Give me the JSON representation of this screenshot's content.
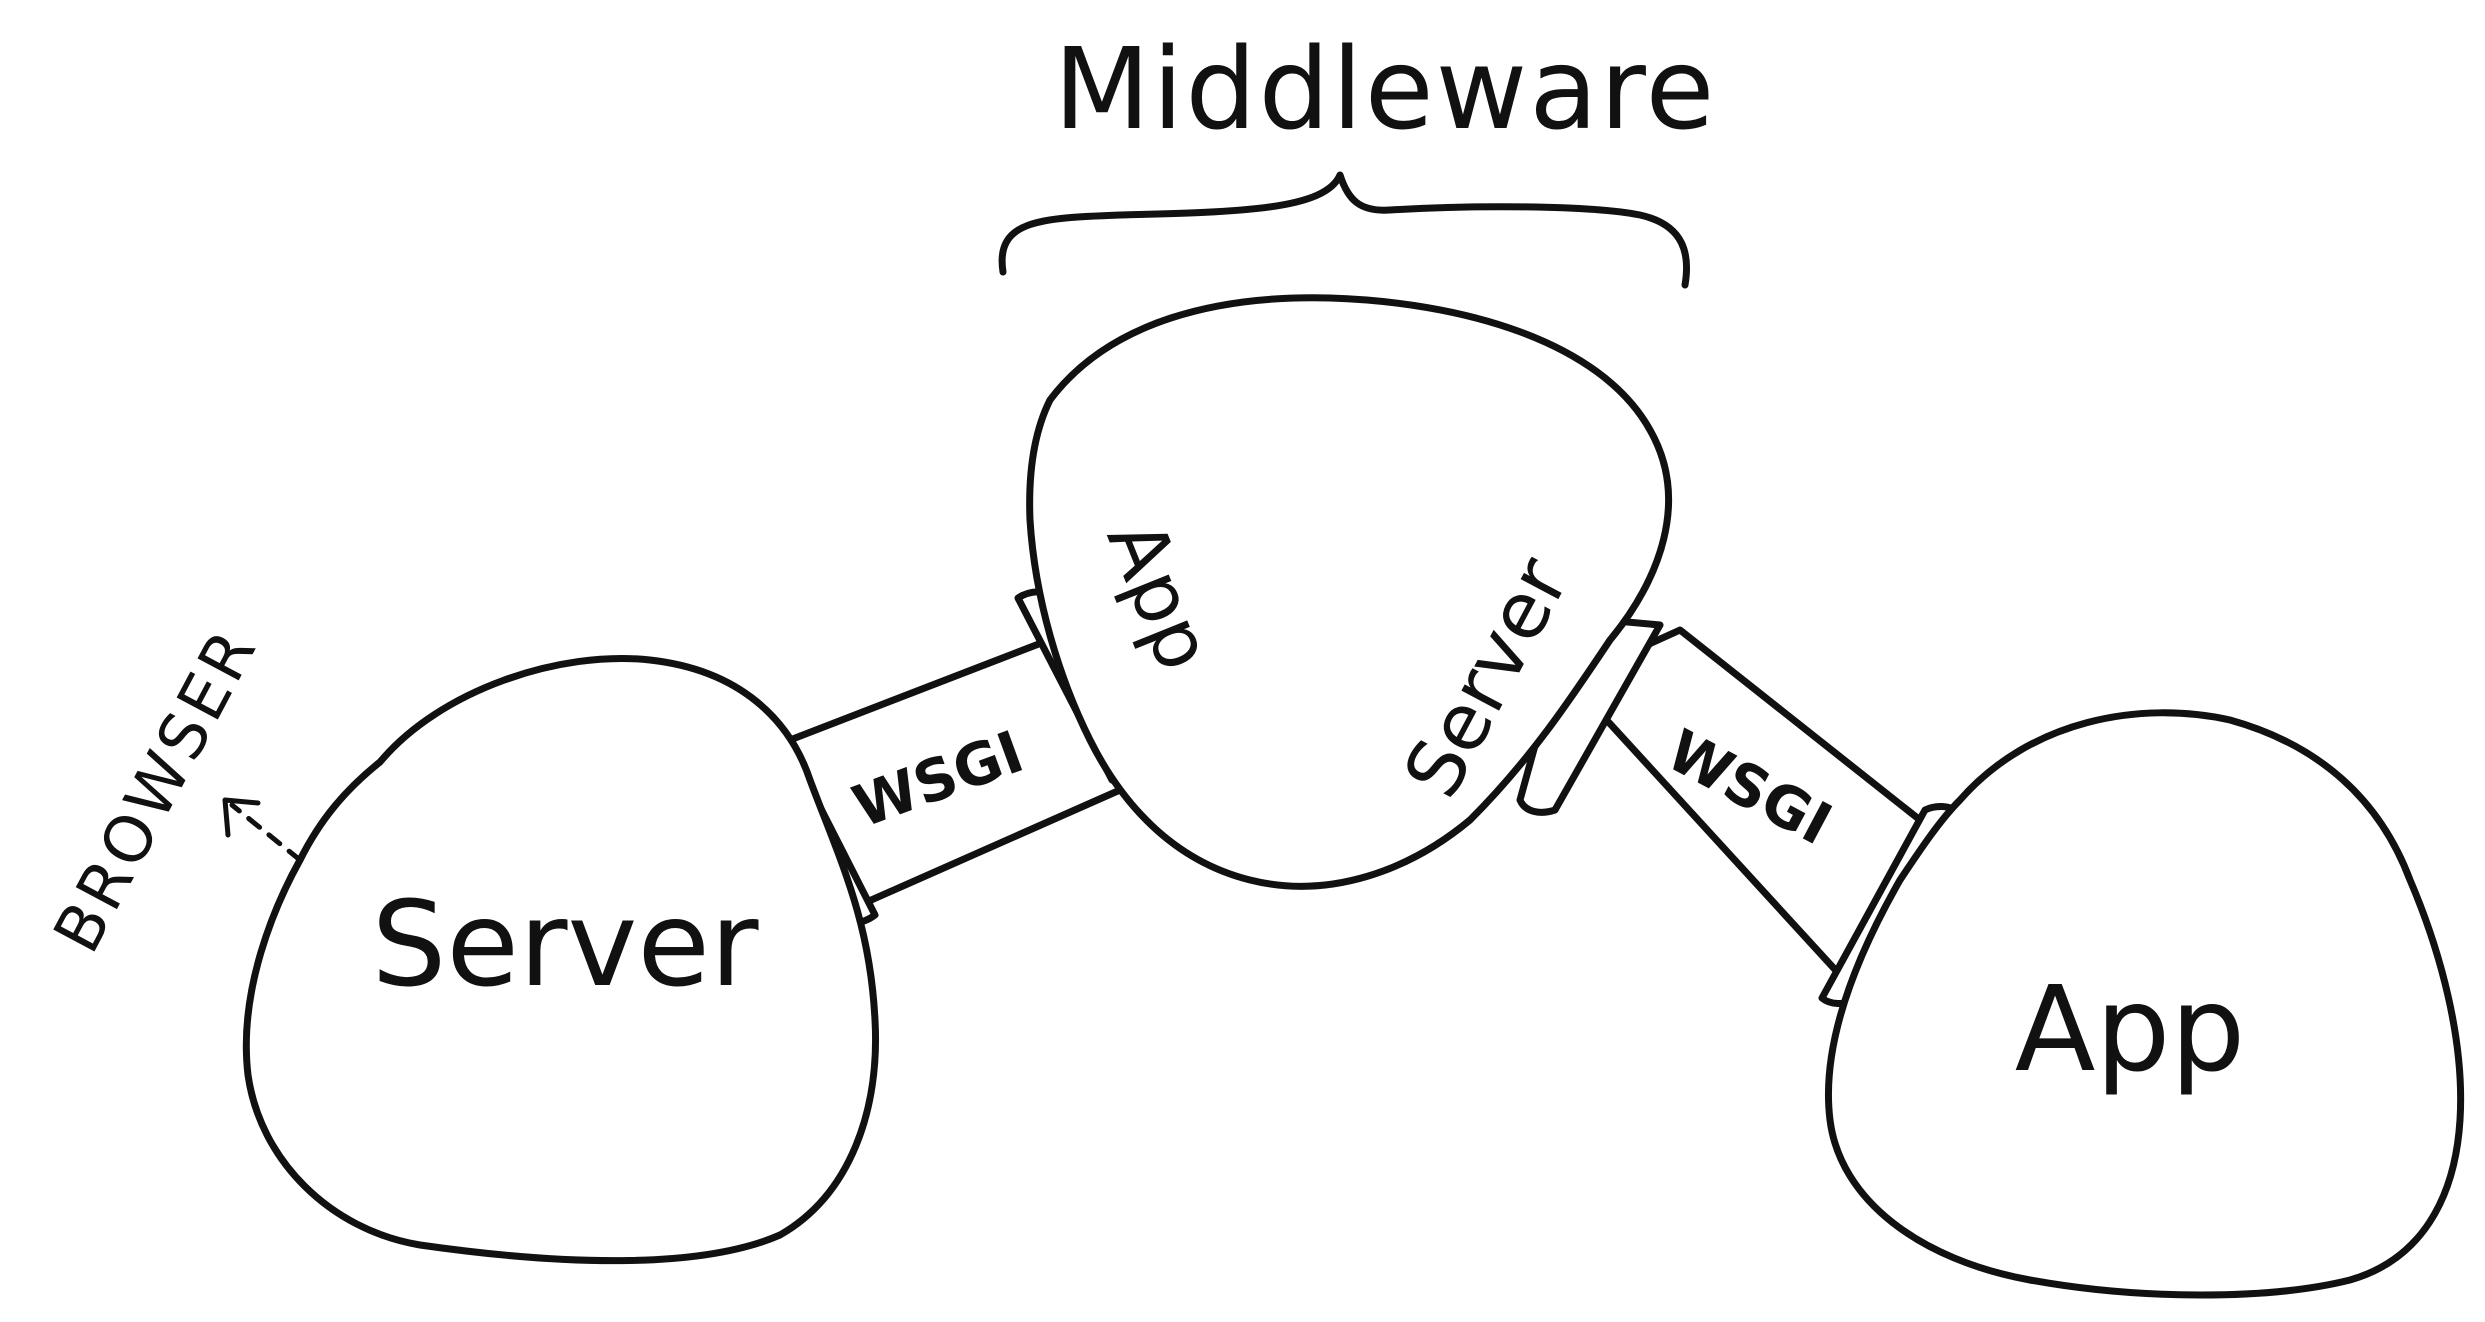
{
  "title": "Middleware",
  "browser_label": "BROWSER",
  "nodes": {
    "left_server": {
      "label": "Server"
    },
    "middleware": {
      "app_label": "App",
      "server_label": "Server"
    },
    "right_app": {
      "label": "App"
    }
  },
  "connectors": {
    "left": {
      "label": "WSGI"
    },
    "right": {
      "label": "WSGI"
    }
  },
  "colors": {
    "ink": "#111111",
    "paper": "#ffffff"
  }
}
